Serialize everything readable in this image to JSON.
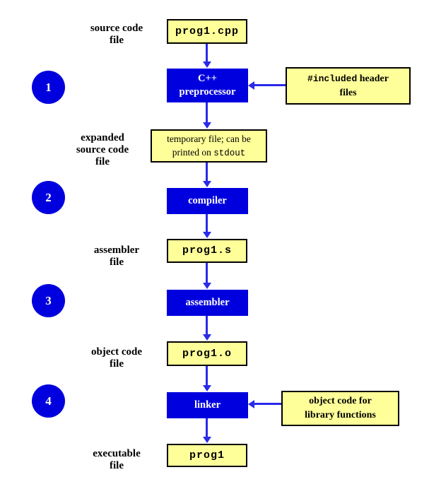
{
  "colors": {
    "yellow_box": "#FFFF99",
    "blue_box": "#0000DE",
    "arrow": "#2A2AEA",
    "border": "#000000",
    "label_text": "#000000",
    "process_text": "#FFFFFF"
  },
  "steps": [
    "1",
    "2",
    "3",
    "4"
  ],
  "labels": {
    "source": {
      "line1": "source code",
      "line2": "file"
    },
    "expanded": {
      "line1": "expanded",
      "line2": "source code",
      "line3": "file"
    },
    "assembler": {
      "line1": "assembler",
      "line2": "file"
    },
    "object": {
      "line1": "object code",
      "line2": "file"
    },
    "executable": {
      "line1": "executable",
      "line2": "file"
    }
  },
  "files": {
    "source": "prog1.cpp",
    "assembly": "prog1.s",
    "object": "prog1.o",
    "executable": "prog1"
  },
  "processes": {
    "preprocessor": {
      "line1": "C++",
      "line2": "preprocessor"
    },
    "compiler": "compiler",
    "assembler": "assembler",
    "linker": "linker"
  },
  "inputs": {
    "headers": {
      "line1_code": "#included",
      "line1_text": "header",
      "line2": "files"
    },
    "temp": {
      "line1": "temporary file; can be",
      "line2_text": "printed on",
      "line2_code": "stdout"
    },
    "library": {
      "line1": "object code for",
      "line2": "library functions"
    }
  }
}
